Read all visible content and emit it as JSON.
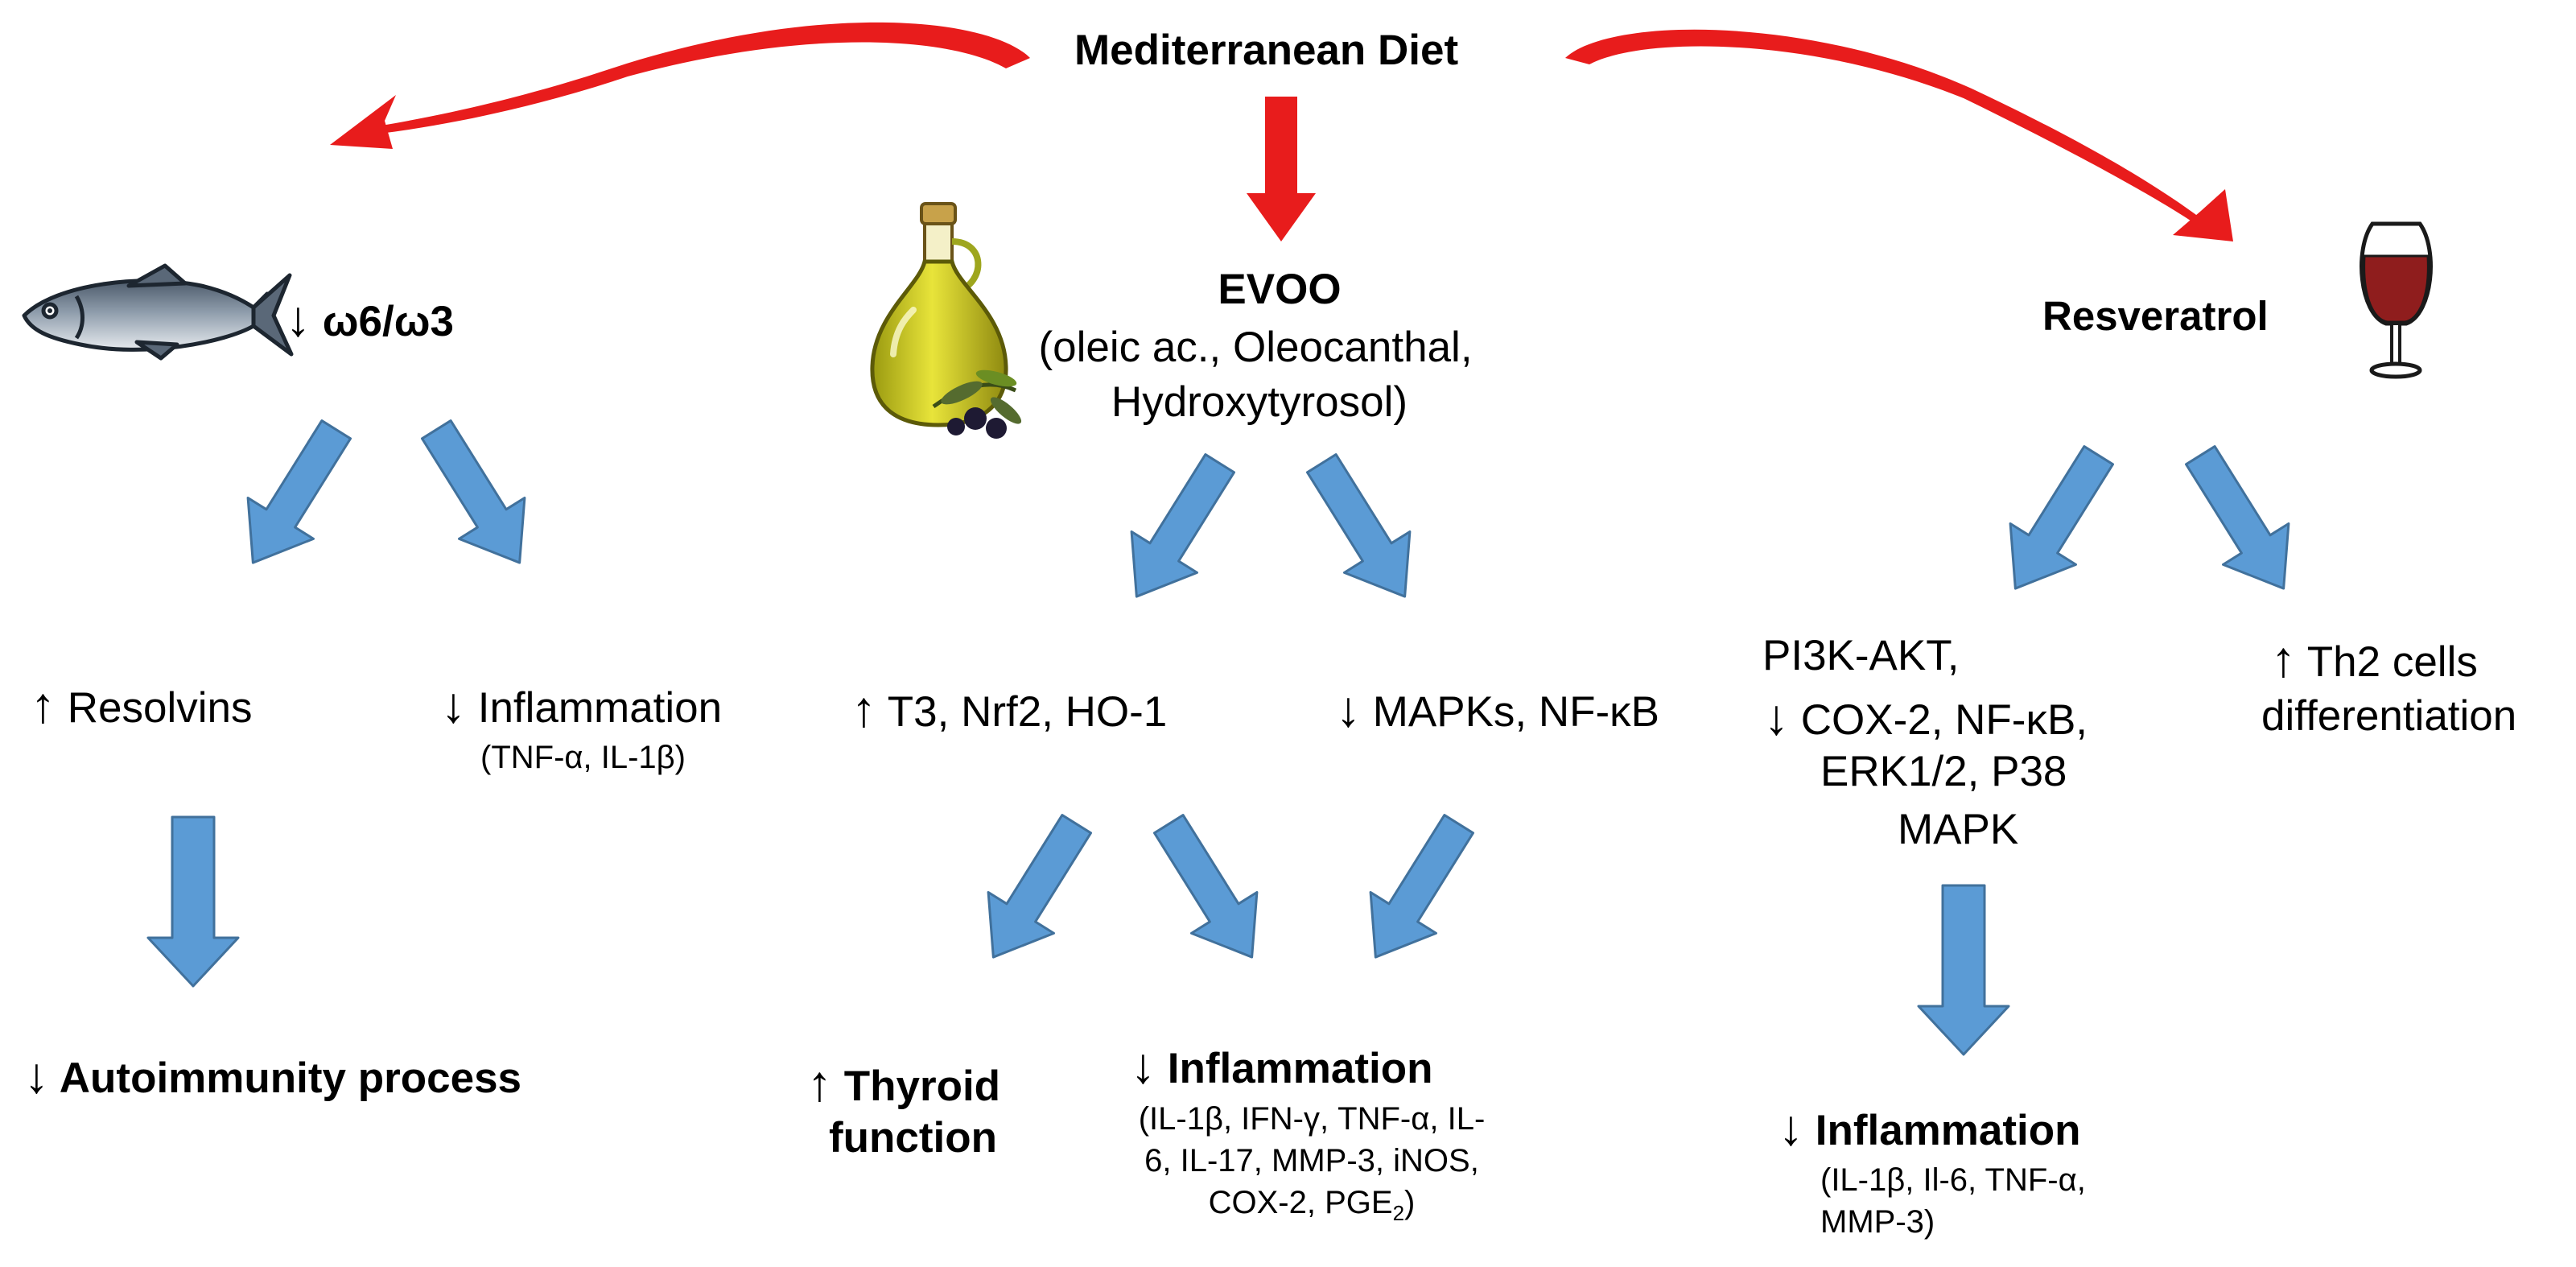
{
  "title": "Mediterranean Diet",
  "up_symbol": "↑",
  "down_symbol": "↓",
  "colors": {
    "flow_arrow": "#5b9bd5",
    "diet_arrow": "#e81c1c"
  },
  "icons": {
    "fish": "sardine-fish-icon",
    "oil": "olive-oil-bottle-icon",
    "wine": "red-wine-glass-icon"
  },
  "left": {
    "source": "ω6/ω3",
    "item1": "Resolvins",
    "item2_title": "Inflammation",
    "item2_detail": "(TNF-α, IL-1β)",
    "outcome": "Autoimmunity process"
  },
  "center": {
    "source_title": "EVOO",
    "source_line1": "(oleic ac., Oleocanthal,",
    "source_line2": "Hydroxytyrosol)",
    "item1": "T3, Nrf2, HO-1",
    "item2": "MAPKs, NF-κB",
    "outcome1_line1": "Thyroid",
    "outcome1_line2": "function",
    "outcome2_title": "Inflammation",
    "outcome2_line1": "(IL-1β, IFN-γ, TNF-α, IL-",
    "outcome2_line2": "6, IL-17, MMP-3, iNOS,",
    "outcome2_line3_main": "COX-2, PGE",
    "outcome2_line3_sub": "2",
    "outcome2_line3_end": ")"
  },
  "right": {
    "source": "Resveratrol",
    "item1_line1": "PI3K-AKT,",
    "item1_line2": "COX-2, NF-κB,",
    "item1_line3": "ERK1/2, P38",
    "item1_line4": "MAPK",
    "item2_line1": "Th2 cells",
    "item2_line2": "differentiation",
    "outcome_title": "Inflammation",
    "outcome_line1": "(IL-1β, Il-6, TNF-α,",
    "outcome_line2": "MMP-3)"
  }
}
